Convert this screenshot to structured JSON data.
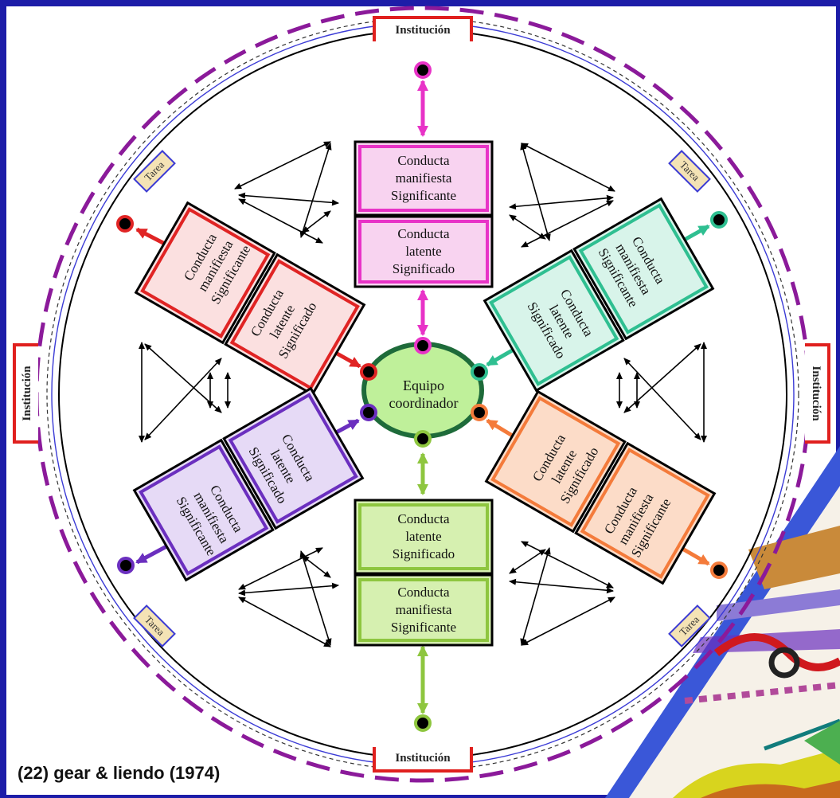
{
  "colors": {
    "frame": "#1d1da8",
    "panel": "#ffffff",
    "outer_dashed": "#8b1a9a",
    "pink": "#e833c7",
    "green": "#8ec63f",
    "red": "#e02424",
    "teal": "#2fbf91",
    "purple": "#6b2fbf",
    "orange": "#f47b3b",
    "center_ring": "#1e6b3a"
  },
  "labels": {
    "institucion": "Institución",
    "tarea": "Tarea",
    "center": "Equipo\ncoordinador",
    "caption": "(22) gear & liendo (1974)"
  },
  "groups": {
    "top": {
      "outer": "Conducta\nmanifiesta\nSignificante",
      "inner": "Conducta\nlatente\nSignificado"
    },
    "bottom": {
      "outer": "Conducta\nmanifiesta\nSignificante",
      "inner": "Conducta\nlatente\nSignificado"
    },
    "upper_left": {
      "outer": "Conducta\nmanifiesta\nSignificante",
      "inner": "Conducta\nlatente\nSignificado"
    },
    "upper_right": {
      "outer": "Conducta\nmanifiesta\nSignificante",
      "inner": "Conducta\nlatente\nSignificado"
    },
    "lower_left": {
      "outer": "Conducta\nmanifiesta\nSignificante",
      "inner": "Conducta\nlatente\nSignificado"
    },
    "lower_right": {
      "outer": "Conducta\nmanifiesta\nSignificante",
      "inner": "Conducta\nlatente\nSignificado"
    }
  }
}
